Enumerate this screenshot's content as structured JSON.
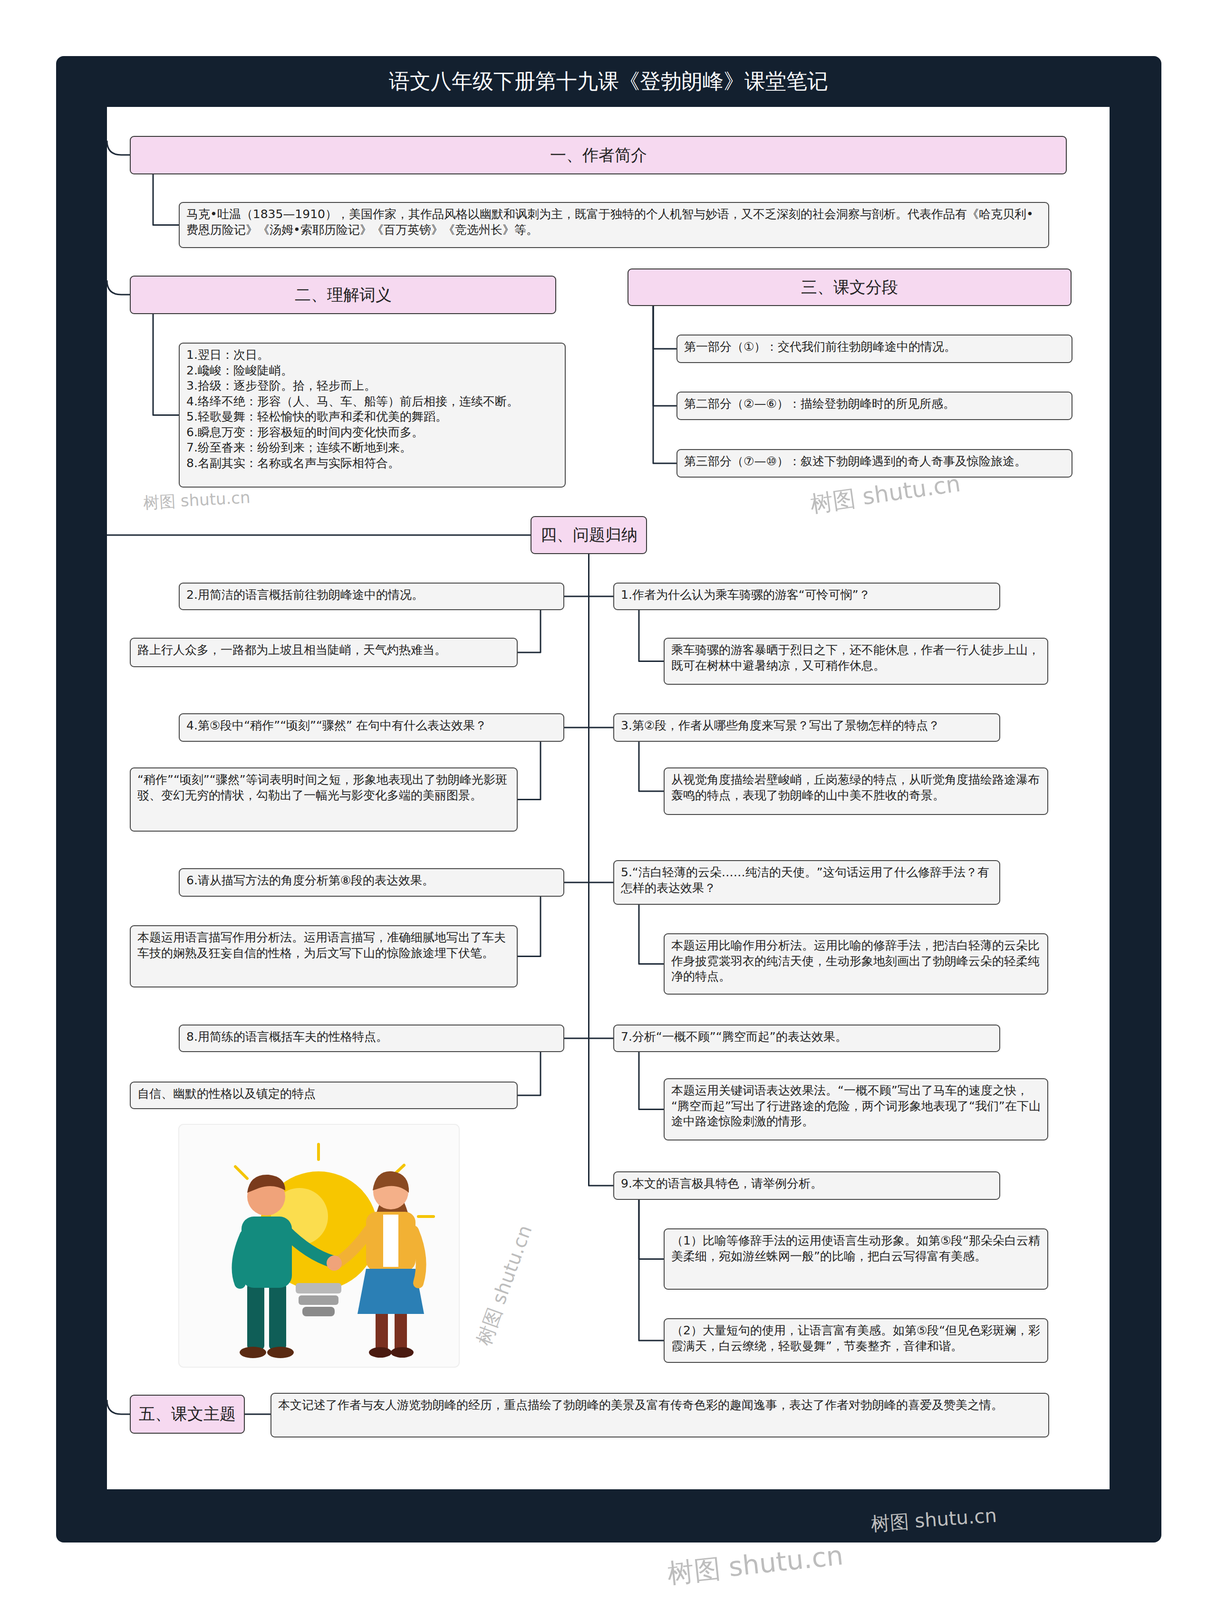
{
  "diagram": {
    "title": "语文八年级下册第十九课《登勃朗峰》课堂笔记",
    "nodes": [
      {
        "text": [
          "一、作者简介"
        ]
      },
      {
        "text": [
          "马克•吐温（1835—1910），美国作家，其作品风格以幽默和讽刺为主，既富于独特的个人机智与妙语，又不乏深刻的社会洞察与剖析。代表作品有《哈克贝利•费恩历险记》《汤姆•索耶历险记》《百万英镑》《竞选州长》等。"
        ]
      },
      {
        "text": [
          "二、理解词义"
        ]
      },
      {
        "text": [
          "1.翌日：次日。",
          "2.巉峻：险峻陡峭。",
          "3.拾级：逐步登阶。拾，轻步而上。",
          "4.络绎不绝：形容（人、马、车、船等）前后相接，连续不断。",
          "5.轻歌曼舞：轻松愉快的歌声和柔和优美的舞蹈。",
          "6.瞬息万变：形容极短的时间内变化快而多。",
          "7.纷至沓来：纷纷到来；连续不断地到来。",
          "8.名副其实：名称或名声与实际相符合。"
        ]
      },
      {
        "text": [
          "三、课文分段"
        ]
      },
      {
        "text": [
          "第一部分（①）：交代我们前往勃朗峰途中的情况。"
        ]
      },
      {
        "text": [
          "第二部分（②—⑥）：描绘登勃朗峰时的所见所感。"
        ]
      },
      {
        "text": [
          "第三部分（⑦—⑩）：叙述下勃朗峰遇到的奇人奇事及惊险旅途。"
        ]
      },
      {
        "text": [
          "四、问题归纳"
        ]
      },
      {
        "text": [
          "1.作者为什么认为乘车骑骡的游客“可怜可悯”？"
        ]
      },
      {
        "text": [
          "乘车骑骡的游客暴晒于烈日之下，还不能休息，作者一行人徒步上山，既可在树林中避暑纳凉，又可稍作休息。"
        ]
      },
      {
        "text": [
          "2.用简洁的语言概括前往勃朗峰途中的情况。"
        ]
      },
      {
        "text": [
          "路上行人众多，一路都为上坡且相当陡峭，天气灼热难当。"
        ]
      },
      {
        "text": [
          "3.第②段，作者从哪些角度来写景？写出了景物怎样的特点？"
        ]
      },
      {
        "text": [
          "从视觉角度描绘岩壁峻峭，丘岗葱绿的特点，从听觉角度描绘路途瀑布轰鸣的特点，表现了勃朗峰的山中美不胜收的奇景。"
        ]
      },
      {
        "text": [
          "4.第⑤段中“稍作”“顷刻”“骤然” 在句中有什么表达效果？"
        ]
      },
      {
        "text": [
          "“稍作”“顷刻”“骤然”等词表明时间之短，形象地表现出了勃朗峰光影斑驳、变幻无穷的情状，勾勒出了一幅光与影变化多端的美丽图景。"
        ]
      },
      {
        "text": [
          "5.“洁白轻薄的云朵……纯洁的天使。”这句话运用了什么修辞手法？有怎样的表达效果？"
        ]
      },
      {
        "text": [
          "本题运用比喻作用分析法。运用比喻的修辞手法，把洁白轻薄的云朵比作身披霓裳羽衣的纯洁天使，生动形象地刻画出了勃朗峰云朵的轻柔纯净的特点。"
        ]
      },
      {
        "text": [
          "6.请从描写方法的角度分析第⑧段的表达效果。"
        ]
      },
      {
        "text": [
          "本题运用语言描写作用分析法。运用语言描写，准确细腻地写出了车夫车技的娴熟及狂妄自信的性格，为后文写下山的惊险旅途埋下伏笔。"
        ]
      },
      {
        "text": [
          "7.分析“一概不顾”“腾空而起”的表达效果。"
        ]
      },
      {
        "text": [
          "本题运用关键词语表达效果法。“一概不顾”写出了马车的速度之快，“腾空而起”写出了行进路途的危险，两个词形象地表现了“我们”在下山途中路途惊险刺激的情形。"
        ]
      },
      {
        "text": [
          "8.用简练的语言概括车夫的性格特点。"
        ]
      },
      {
        "text": [
          "自信、幽默的性格以及镇定的特点"
        ]
      },
      {
        "text": [
          "9.本文的语言极具特色，请举例分析。"
        ]
      },
      {
        "text": [
          "（1）比喻等修辞手法的运用使语言生动形象。如第⑤段“那朵朵白云精美柔细，宛如游丝蛛网一般”的比喻，把白云写得富有美感。"
        ]
      },
      {
        "text": [
          "（2）大量短句的使用，让语言富有美感。如第⑤段“但见色彩斑斓，彩霞满天，白云缭绕，轻歌曼舞”，节奏整齐，音律和谐。"
        ]
      },
      {
        "text": [
          "五、课文主题"
        ]
      },
      {
        "text": [
          "本文记述了作者与友人游览勃朗峰的经历，重点描绘了勃朗峰的美景及富有传奇色彩的趣闻逸事，表达了作者对勃朗峰的喜爱及赞美之情。"
        ]
      }
    ],
    "edges": [
      {
        "from": 0,
        "to": 1,
        "arrow": "none"
      },
      {
        "from": 2,
        "to": 3,
        "arrow": "none"
      },
      {
        "from": 4,
        "to": 5,
        "arrow": "none"
      },
      {
        "from": 4,
        "to": 6,
        "arrow": "none"
      },
      {
        "from": 4,
        "to": 7,
        "arrow": "none"
      },
      {
        "from": 8,
        "to": 9,
        "arrow": "none"
      },
      {
        "from": 9,
        "to": 10,
        "arrow": "none"
      },
      {
        "from": 8,
        "to": 11,
        "arrow": "none"
      },
      {
        "from": 11,
        "to": 12,
        "arrow": "none"
      },
      {
        "from": 8,
        "to": 13,
        "arrow": "none"
      },
      {
        "from": 13,
        "to": 14,
        "arrow": "none"
      },
      {
        "from": 8,
        "to": 15,
        "arrow": "none"
      },
      {
        "from": 15,
        "to": 16,
        "arrow": "none"
      },
      {
        "from": 8,
        "to": 17,
        "arrow": "none"
      },
      {
        "from": 17,
        "to": 18,
        "arrow": "none"
      },
      {
        "from": 8,
        "to": 19,
        "arrow": "none"
      },
      {
        "from": 19,
        "to": 20,
        "arrow": "none"
      },
      {
        "from": 8,
        "to": 21,
        "arrow": "none"
      },
      {
        "from": 21,
        "to": 22,
        "arrow": "none"
      },
      {
        "from": 8,
        "to": 23,
        "arrow": "none"
      },
      {
        "from": 23,
        "to": 24,
        "arrow": "none"
      },
      {
        "from": 8,
        "to": 25,
        "arrow": "none"
      },
      {
        "from": 25,
        "to": 26,
        "arrow": "none"
      },
      {
        "from": 25,
        "to": 27,
        "arrow": "none"
      },
      {
        "from": 28,
        "to": 29,
        "arrow": "none"
      }
    ],
    "labels": [
      "树图 shutu.cn",
      "树图 shutu.cn",
      "树图 shutu.cn",
      "树图 shutu.cn",
      "树图 shutu.cn"
    ]
  }
}
